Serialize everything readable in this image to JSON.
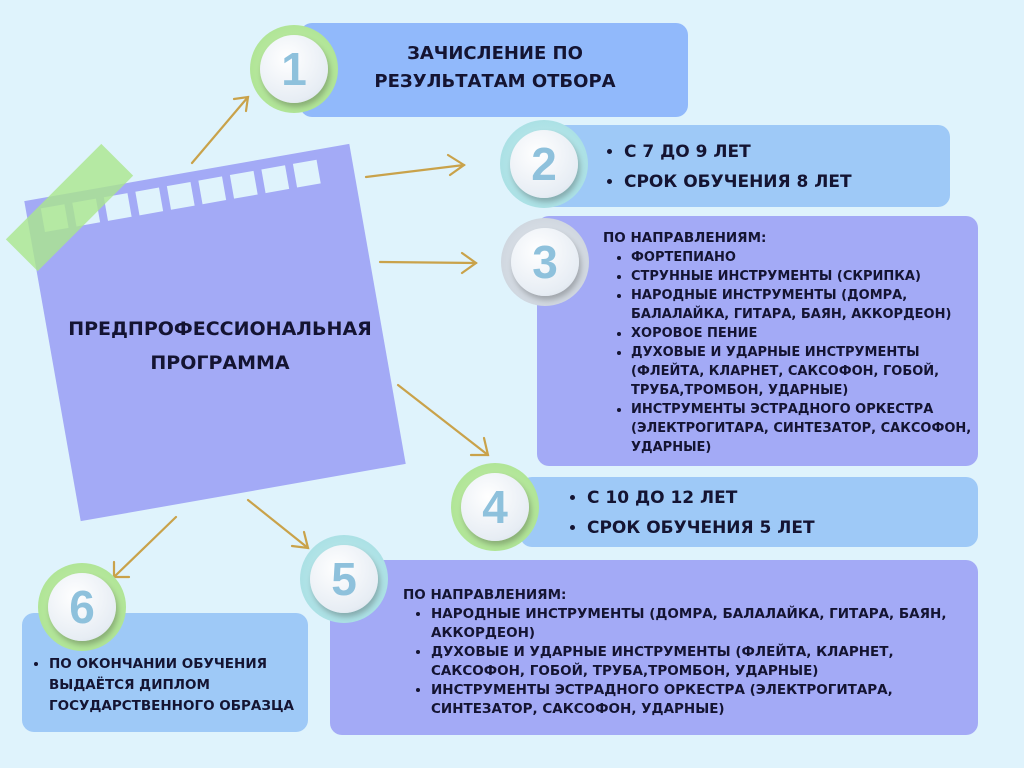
{
  "center": {
    "title_line1": "ПРЕДПРОФЕССИОНАЛЬНАЯ",
    "title_line2": "ПРОГРАММА"
  },
  "step1": {
    "number": "1",
    "line1": "ЗАЧИСЛЕНИЕ ПО",
    "line2": "РЕЗУЛЬТАТАМ ОТБОРА"
  },
  "step2": {
    "number": "2",
    "items": [
      "С 7  ДО 9 ЛЕТ",
      "СРОК ОБУЧЕНИЯ 8 ЛЕТ"
    ]
  },
  "step3": {
    "number": "3",
    "heading": "ПО НАПРАВЛЕНИЯМ:",
    "items": [
      "ФОРТЕПИАНО",
      "СТРУННЫЕ ИНСТРУМЕНТЫ (СКРИПКА)",
      "НАРОДНЫЕ ИНСТРУМЕНТЫ (ДОМРА, БАЛАЛАЙКА, ГИТАРА, БАЯН, АККОРДЕОН)",
      "ХОРОВОЕ ПЕНИЕ",
      "ДУХОВЫЕ И УДАРНЫЕ ИНСТРУМЕНТЫ (ФЛЕЙТА, КЛАРНЕТ, САКСОФОН, ГОБОЙ, ТРУБА,ТРОМБОН, УДАРНЫЕ)",
      "ИНСТРУМЕНТЫ ЭСТРАДНОГО ОРКЕСТРА (ЭЛЕКТРОГИТАРА, СИНТЕЗАТОР, САКСОФОН, УДАРНЫЕ)"
    ]
  },
  "step4": {
    "number": "4",
    "items": [
      "С 10  ДО 12 ЛЕТ",
      "СРОК ОБУЧЕНИЯ 5 ЛЕТ"
    ]
  },
  "step5": {
    "number": "5",
    "heading": "ПО НАПРАВЛЕНИЯМ:",
    "items": [
      "НАРОДНЫЕ ИНСТРУМЕНТЫ (ДОМРА, БАЛАЛАЙКА, ГИТАРА, БАЯН, АККОРДЕОН)",
      "ДУХОВЫЕ И УДАРНЫЕ ИНСТРУМЕНТЫ (ФЛЕЙТА, КЛАРНЕТ, САКСОФОН, ГОБОЙ, ТРУБА,ТРОМБОН, УДАРНЫЕ)",
      "ИНСТРУМЕНТЫ ЭСТРАДНОГО ОРКЕСТРА (ЭЛЕКТРОГИТАРА, СИНТЕЗАТОР, САКСОФОН, УДАРНЫЕ)"
    ]
  },
  "step6": {
    "number": "6",
    "items": [
      "ПО ОКОНЧАНИИ ОБУЧЕНИЯ ВЫДАЁТСЯ ДИПЛОМ ГОСУДАРСТВЕННОГО ОБРАЗЦА"
    ]
  }
}
